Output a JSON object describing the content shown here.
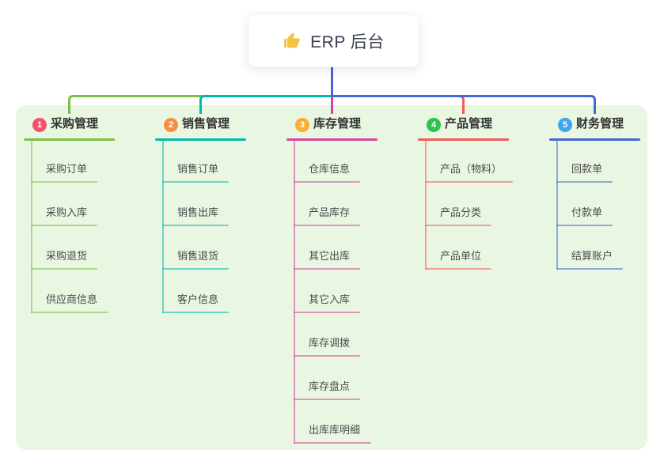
{
  "root": {
    "title": "ERP 后台",
    "icon": "thumbs-up-icon",
    "icon_color": "#f5c242"
  },
  "canvas": {
    "background": "#ffffff",
    "panel_background": "#e9f6e2"
  },
  "branches": [
    {
      "index": "1",
      "title": "采购管理",
      "color": "#7dc142",
      "badge_color": "#f4516c",
      "children": [
        "采购订单",
        "采购入库",
        "采购退货",
        "供应商信息"
      ]
    },
    {
      "index": "2",
      "title": "销售管理",
      "color": "#00bbab",
      "badge_color": "#f98e3f",
      "children": [
        "销售订单",
        "销售出库",
        "销售退货",
        "客户信息"
      ]
    },
    {
      "index": "3",
      "title": "库存管理",
      "color": "#d6459b",
      "badge_color": "#f9ae31",
      "children": [
        "仓库信息",
        "产品库存",
        "其它出库",
        "其它入库",
        "库存调拨",
        "库存盘点",
        "出库库明细"
      ]
    },
    {
      "index": "4",
      "title": "产品管理",
      "color": "#f05b5b",
      "badge_color": "#30c153",
      "children": [
        "产品（物料）",
        "产品分类",
        "产品单位"
      ]
    },
    {
      "index": "5",
      "title": "财务管理",
      "color": "#4667d6",
      "badge_color": "#3ea6ec",
      "children": [
        "回款单",
        "付款单",
        "结算账户"
      ]
    }
  ]
}
